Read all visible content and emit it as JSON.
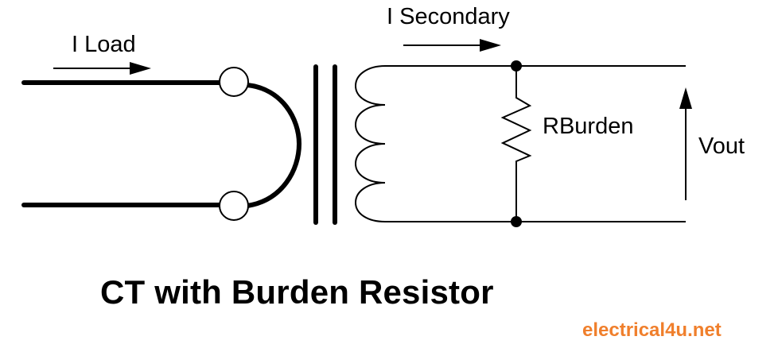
{
  "diagram": {
    "title": "CT with Burden Resistor",
    "labels": {
      "load_current": "I Load",
      "secondary_current": "I Secondary",
      "burden_resistor": "RBurden",
      "output_voltage": "Vout"
    },
    "components": [
      {
        "id": "primary-conductor",
        "type": "conductor",
        "description_label": "I Load"
      },
      {
        "id": "ct-core",
        "type": "transformer-core"
      },
      {
        "id": "secondary-winding",
        "type": "inductor-coil",
        "turns": 4
      },
      {
        "id": "burden-resistor",
        "type": "resistor",
        "label": "RBurden"
      },
      {
        "id": "output-terminals",
        "type": "voltage-output",
        "label": "Vout"
      }
    ]
  },
  "watermark": {
    "text": "electrical4u.net",
    "color": "#f07f2c"
  }
}
